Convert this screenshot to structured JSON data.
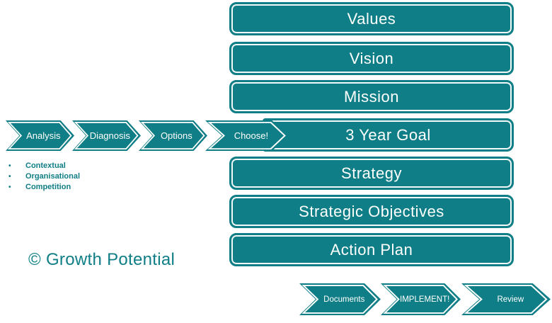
{
  "colors": {
    "accent": "#0f7e86",
    "box_text": "#ffffff",
    "background": "#ffffff"
  },
  "stack": {
    "items": [
      {
        "label": "Values"
      },
      {
        "label": "Vision"
      },
      {
        "label": "Mission"
      },
      {
        "label": "3 Year Goal"
      },
      {
        "label": "Strategy"
      },
      {
        "label": "Strategic Objectives"
      },
      {
        "label": "Action Plan"
      }
    ]
  },
  "input_flow": {
    "items": [
      {
        "label": "Analysis"
      },
      {
        "label": "Diagnosis"
      },
      {
        "label": "Options"
      },
      {
        "label": "Choose!"
      }
    ]
  },
  "analysis_list": {
    "bullet_glyph": "•",
    "items": [
      {
        "label": "Contextual"
      },
      {
        "label": "Organisational"
      },
      {
        "label": "Competition"
      }
    ]
  },
  "output_flow": {
    "items": [
      {
        "label": "Documents"
      },
      {
        "label": "IMPLEMENT!"
      },
      {
        "label": "Review"
      }
    ]
  },
  "footer": {
    "copyright": "© Growth Potential"
  }
}
